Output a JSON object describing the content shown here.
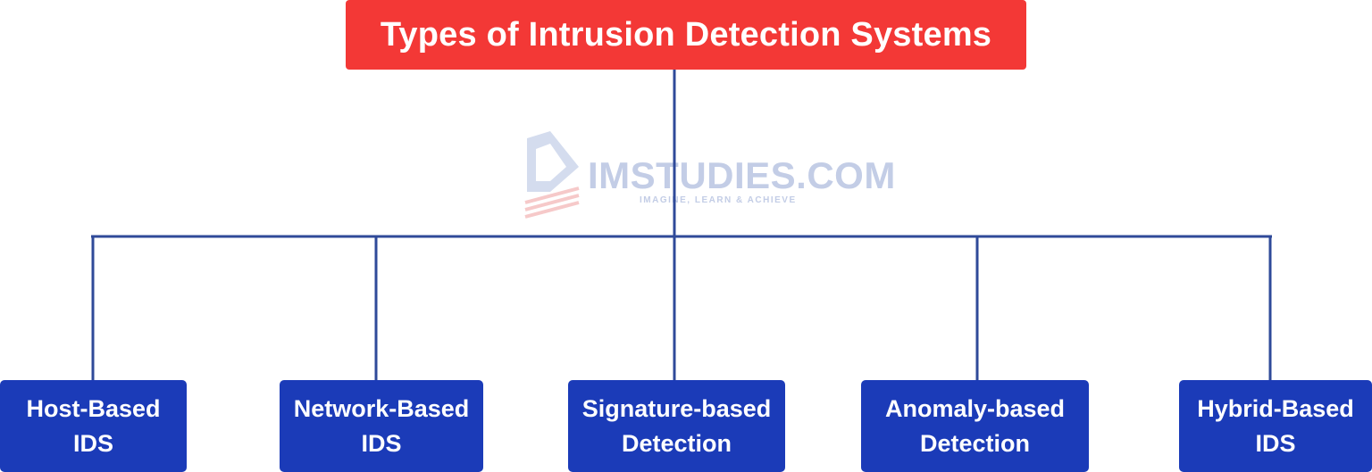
{
  "root": {
    "title": "Types of Intrusion Detection Systems"
  },
  "children": [
    {
      "line1": "Host-Based",
      "line2": "IDS"
    },
    {
      "line1": "Network-Based",
      "line2": "IDS"
    },
    {
      "line1": "Signature-based",
      "line2": "Detection"
    },
    {
      "line1": "Anomaly-based",
      "line2": "Detection"
    },
    {
      "line1": "Hybrid-Based",
      "line2": "IDS"
    }
  ],
  "watermark": {
    "name": "IMSTUDIES.COM",
    "tagline": "IMAGINE, LEARN & ACHIEVE"
  },
  "colors": {
    "root_bg": "#f33836",
    "child_bg": "#1b3bb8",
    "connector": "#2f4a99",
    "watermark": "#c3cde6"
  }
}
